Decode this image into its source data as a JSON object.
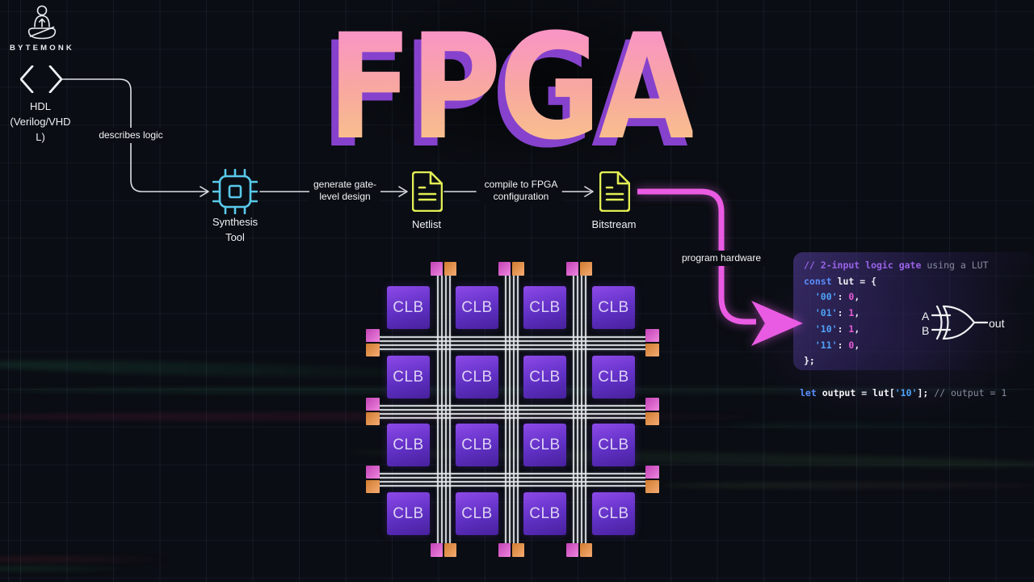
{
  "brand": {
    "name": "BYTEMONK"
  },
  "title": {
    "text": "FPGA",
    "gradient_top": "#f995c4",
    "gradient_bottom": "#f9c28b",
    "shadow_color": "#8642cc"
  },
  "flowchart": {
    "nodes": {
      "hdl": {
        "line1": "HDL",
        "line2": "(Verilog/VHD",
        "line3": "L)",
        "icon": "code-brackets"
      },
      "synthesis": {
        "line1": "Synthesis",
        "line2": "Tool",
        "icon": "chip",
        "icon_color": "#58c9ea"
      },
      "netlist": {
        "label": "Netlist",
        "icon": "document",
        "icon_color": "#e3ee55"
      },
      "bitstream": {
        "label": "Bitstream",
        "icon": "document",
        "icon_color": "#e3ee55"
      }
    },
    "edges": {
      "describes_logic": {
        "label": "describes logic"
      },
      "generate": {
        "line1": "generate gate-",
        "line2": "level design"
      },
      "compile": {
        "line1": "compile to FPGA",
        "line2": "configuration"
      },
      "program": {
        "label": "program hardware",
        "color": "#ea5be3"
      }
    }
  },
  "fpga_grid": {
    "rows": 4,
    "cols": 4,
    "clb_label": "CLB",
    "clb_color_top": "#8d49e8",
    "clb_color_bottom": "#47219c",
    "wire_color": "#e6eaee",
    "switch_block_pink": "#d35cc6",
    "switch_block_orange": "#eb9a5f",
    "wires_per_channel": 4
  },
  "code_panel": {
    "lines": [
      [
        {
          "t": "// 2-input logic gate",
          "c": "cp"
        },
        {
          "t": " using a LUT",
          "c": "cg"
        }
      ],
      [
        {
          "t": "const",
          "c": "kw"
        },
        {
          "t": " ",
          "c": "pl"
        },
        {
          "t": "lut",
          "c": "id"
        },
        {
          "t": " = {",
          "c": "pl"
        }
      ],
      [
        {
          "t": "  ",
          "c": "pl"
        },
        {
          "t": "'00'",
          "c": "str"
        },
        {
          "t": ": ",
          "c": "pl"
        },
        {
          "t": "0",
          "c": "num"
        },
        {
          "t": ",",
          "c": "pl"
        }
      ],
      [
        {
          "t": "  ",
          "c": "pl"
        },
        {
          "t": "'01'",
          "c": "str"
        },
        {
          "t": ": ",
          "c": "pl"
        },
        {
          "t": "1",
          "c": "num"
        },
        {
          "t": ",",
          "c": "pl"
        }
      ],
      [
        {
          "t": "  ",
          "c": "pl"
        },
        {
          "t": "'10'",
          "c": "str"
        },
        {
          "t": ": ",
          "c": "pl"
        },
        {
          "t": "1",
          "c": "num"
        },
        {
          "t": ",",
          "c": "pl"
        }
      ],
      [
        {
          "t": "  ",
          "c": "pl"
        },
        {
          "t": "'11'",
          "c": "str"
        },
        {
          "t": ": ",
          "c": "pl"
        },
        {
          "t": "0",
          "c": "num"
        },
        {
          "t": ",",
          "c": "pl"
        }
      ],
      [
        {
          "t": "};",
          "c": "id"
        }
      ]
    ],
    "output_line": [
      {
        "t": "let",
        "c": "kw"
      },
      {
        "t": " ",
        "c": "pl"
      },
      {
        "t": "output",
        "c": "id"
      },
      {
        "t": " = ",
        "c": "pl"
      },
      {
        "t": "lut[",
        "c": "id"
      },
      {
        "t": "'10'",
        "c": "str"
      },
      {
        "t": "];",
        "c": "id"
      },
      {
        "t": " // output = 1",
        "c": "cg"
      }
    ]
  },
  "lut_gate": {
    "type": "XOR",
    "input_a": "A",
    "input_b": "B",
    "output_label": "out"
  }
}
